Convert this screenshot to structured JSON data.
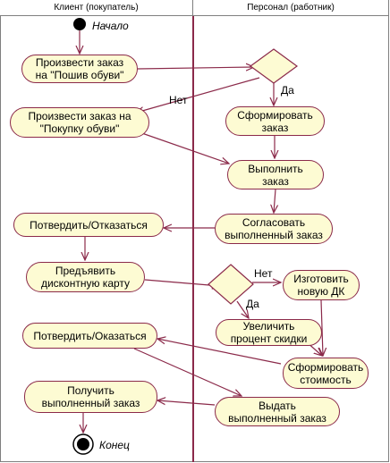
{
  "lanes": {
    "client": "Клиент (покупатель)",
    "staff": "Персонал (работник)"
  },
  "start_label": "Начало",
  "end_label": "Конец",
  "activities": {
    "order_sew": "Произвести заказ\nна \"Пошив обуви\"",
    "order_buy": "Произвести заказ на\n\"Покупку обуви\"",
    "form_order": "Сформировать\nзаказ",
    "execute_order": "Выполнить\nзаказ",
    "confirm_1": "Потвердить/Отказаться",
    "agree_done": "Согласовать\nвыполненный заказ",
    "present_card": "Предъявить\nдисконтную карту",
    "make_card": "Изготовить\nновую ДК",
    "increase_discount": "Увеличить\nпроцент скидки",
    "confirm_2": "Потвердить/Оказаться",
    "form_cost": "Сформировать\nстоимость",
    "receive_order": "Получить\nвыполненный заказ",
    "issue_order": "Выдать\nвыполненный заказ"
  },
  "guards": {
    "decision1_no": "Нет",
    "decision1_yes": "Да",
    "decision2_no": "Нет",
    "decision2_yes": "Да"
  },
  "colors": {
    "line": "#8b2a4a",
    "fill": "#fdfbd3",
    "border": "#7f7f7f"
  }
}
